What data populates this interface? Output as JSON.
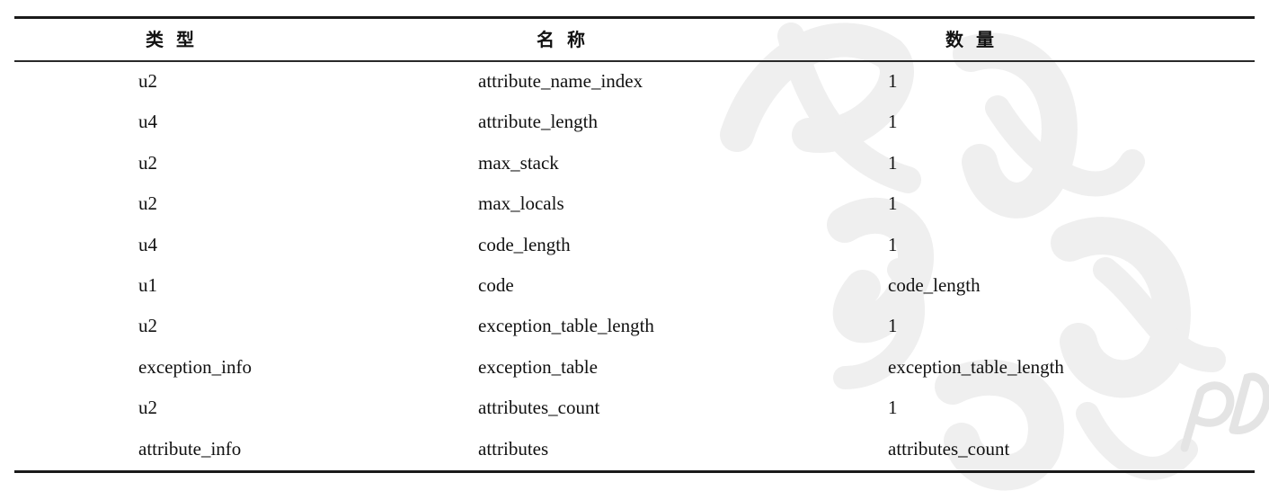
{
  "table": {
    "headers": {
      "type": "类型",
      "name": "名称",
      "count": "数量"
    },
    "rows": [
      {
        "type": "u2",
        "name": "attribute_name_index",
        "count": "1"
      },
      {
        "type": "u4",
        "name": "attribute_length",
        "count": "1"
      },
      {
        "type": "u2",
        "name": "max_stack",
        "count": "1"
      },
      {
        "type": "u2",
        "name": "max_locals",
        "count": "1"
      },
      {
        "type": "u4",
        "name": "code_length",
        "count": "1"
      },
      {
        "type": "u1",
        "name": "code",
        "count": "code_length"
      },
      {
        "type": "u2",
        "name": "exception_table_length",
        "count": "1"
      },
      {
        "type": "exception_info",
        "name": "exception_table",
        "count": "exception_table_length"
      },
      {
        "type": "u2",
        "name": "attributes_count",
        "count": "1"
      },
      {
        "type": "attribute_info",
        "name": "attributes",
        "count": "attributes_count"
      }
    ]
  },
  "watermark": {
    "text": "PDF",
    "color": "#ececec"
  },
  "colors": {
    "rule": "#1a1a1a",
    "text": "#111111"
  }
}
